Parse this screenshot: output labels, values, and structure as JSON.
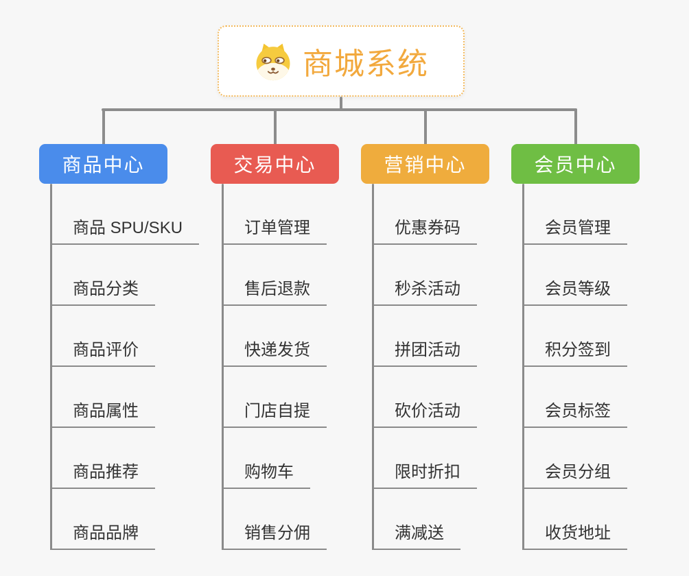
{
  "page": {
    "background_color": "#F7F7F7",
    "connector_color": "#8C8C8C",
    "underline_color": "#8A8A8A"
  },
  "root": {
    "label": "商城系统",
    "icon": "shiba-dog-icon",
    "text_color": "#F2A93E",
    "border_color": "#F3B95C"
  },
  "branches": [
    {
      "label": "商品中心",
      "color": "#4A8CEB",
      "items": [
        "商品 SPU/SKU",
        "商品分类",
        "商品评价",
        "商品属性",
        "商品推荐",
        "商品品牌"
      ]
    },
    {
      "label": "交易中心",
      "color": "#E85B52",
      "items": [
        "订单管理",
        "售后退款",
        "快递发货",
        "门店自提",
        "购物车",
        "销售分佣"
      ]
    },
    {
      "label": "营销中心",
      "color": "#EFAC3D",
      "items": [
        "优惠券码",
        "秒杀活动",
        "拼团活动",
        "砍价活动",
        "限时折扣",
        "满减送"
      ]
    },
    {
      "label": "会员中心",
      "color": "#6FBE44",
      "items": [
        "会员管理",
        "会员等级",
        "积分签到",
        "会员标签",
        "会员分组",
        "收货地址"
      ]
    }
  ]
}
